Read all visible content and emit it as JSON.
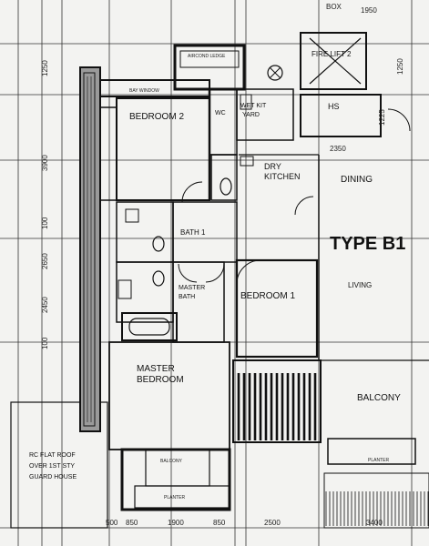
{
  "rooms": {
    "bedroom2": "BEDROOM 2",
    "master_bedroom_line1": "MASTER",
    "master_bedroom_line2": "BEDROOM",
    "bedroom1": "BEDROOM 1",
    "bath1": "BATH 1",
    "master_bath_line1": "MASTER",
    "master_bath_line2": "BATH",
    "wc": "WC",
    "wet_kitchen_line1": "WET KIT",
    "wet_kitchen_line2": "YARD",
    "dry_kitchen_line1": "DRY",
    "dry_kitchen_line2": "KITCHEN",
    "dining": "DINING",
    "living": "LIVING",
    "balcony": "BALCONY",
    "hs": "HS",
    "fire_lift": "FIRE LIFT 2",
    "aircond_ledge": "AIRCOND LEDGE",
    "bay_window": "BAY WINDOW",
    "balcony_small": "BALCONY",
    "planter_left": "PLANTER",
    "planter_right": "PLANTER",
    "rc_roof_line1": "RC FLAT ROOF",
    "rc_roof_line2": "OVER 1ST STY",
    "rc_roof_line3": "GUARD HOUSE"
  },
  "type_label": "TYPE B1",
  "dims_bottom": [
    "500",
    "850",
    "1900",
    "850",
    "2500",
    "3400"
  ],
  "dims_left": [
    "3900",
    "100",
    "2650",
    "100",
    "2450",
    "1250"
  ],
  "dims_top": [
    "1950",
    "2350",
    "1250",
    "1225"
  ],
  "misc": {
    "top_box": "BOX"
  }
}
